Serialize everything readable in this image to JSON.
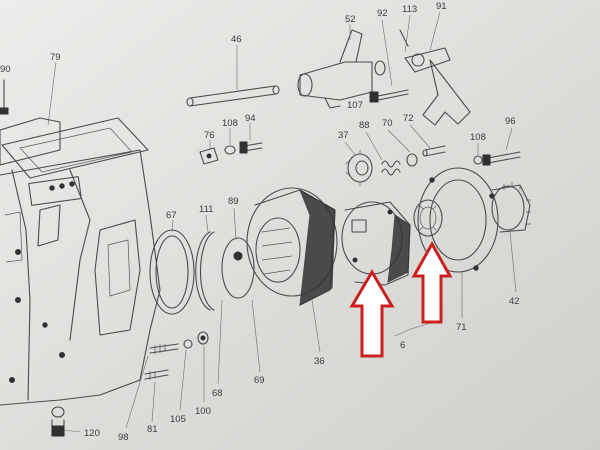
{
  "callouts": [
    {
      "id": "c46",
      "text": "46"
    },
    {
      "id": "c52",
      "text": "52"
    },
    {
      "id": "c92",
      "text": "92"
    },
    {
      "id": "c113",
      "text": "113"
    },
    {
      "id": "c91",
      "text": "91"
    },
    {
      "id": "c90",
      "text": "90"
    },
    {
      "id": "c79",
      "text": "79"
    },
    {
      "id": "c76",
      "text": "76"
    },
    {
      "id": "c108a",
      "text": "108"
    },
    {
      "id": "c94",
      "text": "94"
    },
    {
      "id": "c107",
      "text": "107"
    },
    {
      "id": "c37",
      "text": "37"
    },
    {
      "id": "c88",
      "text": "88"
    },
    {
      "id": "c70",
      "text": "70"
    },
    {
      "id": "c72",
      "text": "72"
    },
    {
      "id": "c108b",
      "text": "108"
    },
    {
      "id": "c96",
      "text": "96"
    },
    {
      "id": "c111",
      "text": "111"
    },
    {
      "id": "c89",
      "text": "89"
    },
    {
      "id": "c67",
      "text": "67"
    },
    {
      "id": "c42",
      "text": "42"
    },
    {
      "id": "c71",
      "text": "71"
    },
    {
      "id": "c6",
      "text": "6"
    },
    {
      "id": "c36",
      "text": "36"
    },
    {
      "id": "c69",
      "text": "69"
    },
    {
      "id": "c68",
      "text": "68"
    },
    {
      "id": "c100",
      "text": "100"
    },
    {
      "id": "c105",
      "text": "105"
    },
    {
      "id": "c81",
      "text": "81"
    },
    {
      "id": "c98",
      "text": "98"
    },
    {
      "id": "c120",
      "text": "120"
    }
  ],
  "highlight": {
    "arrow_color": "#cc2020",
    "arrow_fill": "#ffffff",
    "arrow_count": 2
  },
  "colors": {
    "paper": "#e3e4e0",
    "ink": "#4a4c4e"
  }
}
